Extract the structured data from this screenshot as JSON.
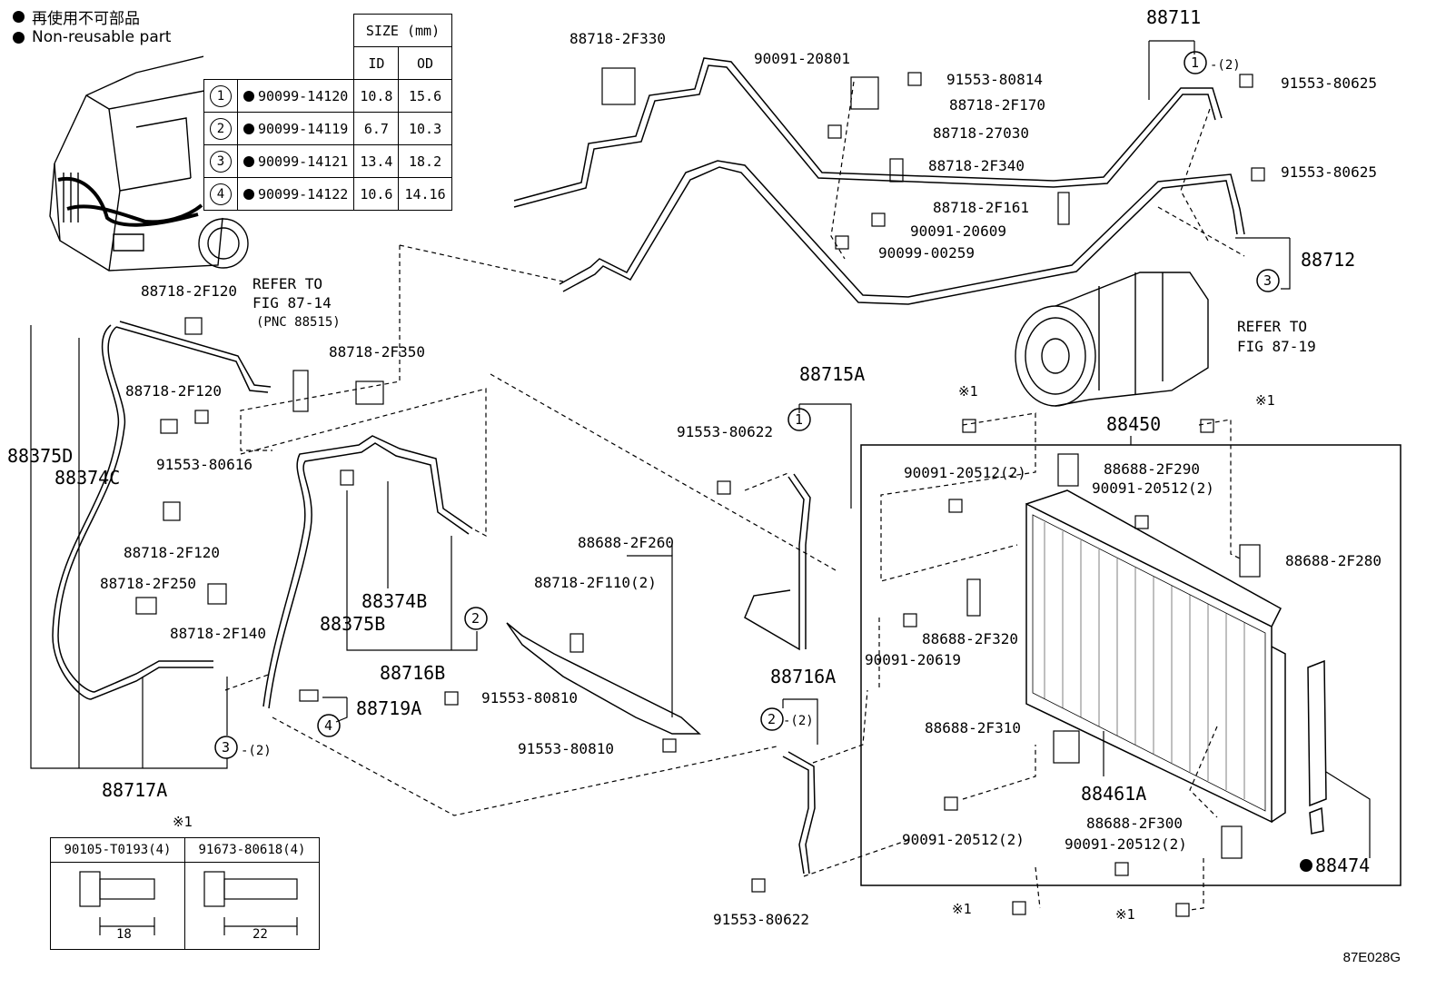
{
  "legend": {
    "jp": "再使用不可部品",
    "en": "Non-reusable part"
  },
  "spec_table": {
    "header": "SIZE (mm)",
    "col_id": "ID",
    "col_od": "OD",
    "rows": [
      {
        "num": "1",
        "part": "90099-14120",
        "id": "10.8",
        "od": "15.6"
      },
      {
        "num": "2",
        "part": "90099-14119",
        "id": "6.7",
        "od": "10.3"
      },
      {
        "num": "3",
        "part": "90099-14121",
        "id": "13.4",
        "od": "18.2"
      },
      {
        "num": "4",
        "part": "90099-14122",
        "id": "10.6",
        "od": "14.16"
      }
    ]
  },
  "bolt_box": {
    "mark": "※1",
    "left_part": "90105-T0193(4)",
    "left_len": "18",
    "right_part": "91673-80618(4)",
    "right_len": "22"
  },
  "labels": {
    "p88718_2F330": "88718-2F330",
    "p90091_20801": "90091-20801",
    "p91553_80814": "91553-80814",
    "p88718_2F170": "88718-2F170",
    "p88718_27030": "88718-27030",
    "p88718_2F340": "88718-2F340",
    "p88718_2F161": "88718-2F161",
    "p90091_20609": "90091-20609",
    "p90099_00259": "90099-00259",
    "p88711": "88711",
    "p88711_qty": "-(2)",
    "p91553_80625_a": "91553-80625",
    "p91553_80625_b": "91553-80625",
    "p88712": "88712",
    "refer1_a": "REFER TO",
    "refer1_b": "FIG 87-19",
    "p88718_2F120_a": "88718-2F120",
    "refer2_a": "REFER TO",
    "refer2_b": "FIG 87-14",
    "refer2_c": "(PNC 88515)",
    "p88718_2F350": "88718-2F350",
    "p88718_2F120_b": "88718-2F120",
    "p91553_80616": "91553-80616",
    "p88375D": "88375D",
    "p88374C": "88374C",
    "p88718_2F120_c": "88718-2F120",
    "p88718_2F250": "88718-2F250",
    "p88718_2F140": "88718-2F140",
    "p88374B": "88374B",
    "p88375B": "88375B",
    "p88716B": "88716B",
    "p88719A": "88719A",
    "p88717A": "88717A",
    "p3_qty": "-(2)",
    "p88688_2F260": "88688-2F260",
    "p88718_2F110": "88718-2F110(2)",
    "p91553_80810_a": "91553-80810",
    "p91553_80810_b": "91553-80810",
    "p88715A": "88715A",
    "p91553_80622_a": "91553-80622",
    "p88716A": "88716A",
    "p2_qty": "-(2)",
    "p91553_80622_b": "91553-80622",
    "mark_a": "※1",
    "mark_b": "※1",
    "p88450": "88450",
    "p90091_20512_a": "90091-20512(2)",
    "p88688_2F290": "88688-2F290",
    "p90091_20512_b": "90091-20512(2)",
    "p88688_2F280": "88688-2F280",
    "p88688_2F320": "88688-2F320",
    "p90091_20619": "90091-20619",
    "p88688_2F310": "88688-2F310",
    "p88461A": "88461A",
    "p90091_20512_c": "90091-20512(2)",
    "p88688_2F300": "88688-2F300",
    "p90091_20512_d": "90091-20512(2)",
    "p88474": "88474",
    "mark_c": "※1",
    "mark_d": "※1",
    "c1_a": "1",
    "c3_a": "3",
    "c1_b": "1",
    "c2_a": "2",
    "c4_a": "4",
    "c3_b": "3",
    "c2_b": "2"
  },
  "figure_code": "87E028G"
}
